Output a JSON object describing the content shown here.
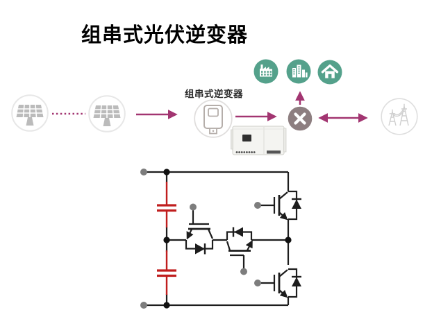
{
  "title": "组串式光伏逆变器",
  "flow": {
    "inverter_label": "组串式逆变器",
    "source_icons": [
      "solar-panel-icon",
      "solar-panel-icon"
    ],
    "connector_styles": [
      "dotted-line",
      "arrow-right",
      "arrow-right",
      "arrow-up",
      "arrow-double-horizontal"
    ],
    "device_icons": [
      "string-inverter-icon",
      "string-inverter-product-photo"
    ],
    "consumer_icons": [
      "factory-icon",
      "buildings-icon",
      "house-icon"
    ],
    "hub_icon": "x-node-icon",
    "grid_icon": "transmission-towers-icon"
  },
  "circuit": {
    "type": "t-type-three-level-inverter-bridge",
    "components": [
      "dc-terminal-positive",
      "dc-terminal-negative",
      "dc-link-capacitor-top",
      "dc-link-capacitor-bottom",
      "midpoint-igbt-left",
      "midpoint-igbt-right",
      "high-side-igbt-with-diode",
      "low-side-igbt-with-diode",
      "gate-terminals",
      "ac-output-node"
    ]
  },
  "colors": {
    "arrow_magenta": "#a23571",
    "consumer_green": "#54a18b",
    "hub_mauve": "#8d7e80",
    "capacitor_red": "#c01e1e",
    "circuit_line": "#1d1d1d",
    "terminal_gray": "#7d7d7d",
    "pv_icon_gray": "#bbbbbb",
    "grid_icon_gray": "#cfcfcf",
    "title_black": "#000000"
  }
}
